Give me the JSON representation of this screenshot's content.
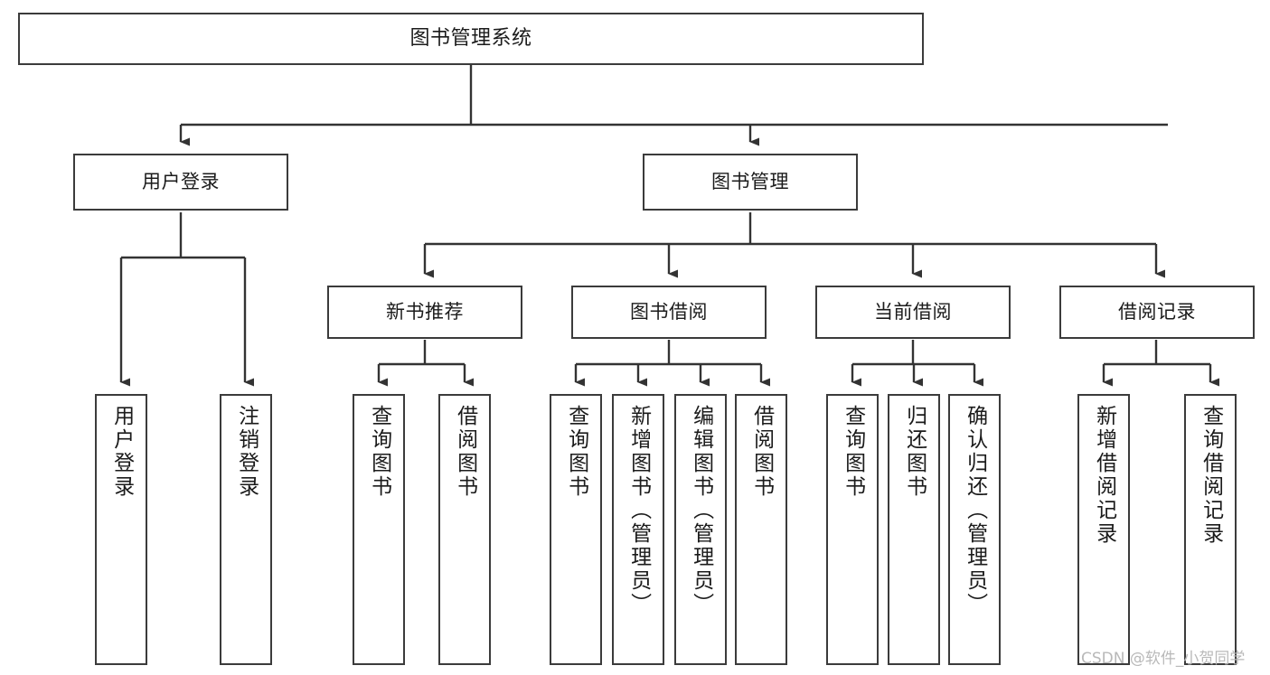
{
  "diagram": {
    "type": "tree",
    "title": "图书管理系统",
    "watermark": "CSDN @软件_小贺同学",
    "colors": {
      "box_border": "#3b3b3b",
      "box_fill": "#ffffff",
      "edge": "#333333",
      "text": "#1b1b1b",
      "watermark": "#b9b9b9"
    },
    "nodes": {
      "root": {
        "label": "图书管理系统",
        "level": 1,
        "orientation": "horizontal"
      },
      "l2": [
        {
          "id": "user-login",
          "label": "用户登录",
          "level": 2,
          "orientation": "horizontal"
        },
        {
          "id": "book-management",
          "label": "图书管理",
          "level": 2,
          "orientation": "horizontal"
        }
      ],
      "l3": [
        {
          "id": "new-book-recommend",
          "label": "新书推荐",
          "level": 3,
          "orientation": "horizontal",
          "parent": "book-management"
        },
        {
          "id": "book-borrow",
          "label": "图书借阅",
          "level": 3,
          "orientation": "horizontal",
          "parent": "book-management"
        },
        {
          "id": "current-borrow",
          "label": "当前借阅",
          "level": 3,
          "orientation": "horizontal",
          "parent": "book-management"
        },
        {
          "id": "borrow-record",
          "label": "借阅记录",
          "level": 3,
          "orientation": "horizontal",
          "parent": "book-management"
        }
      ],
      "leaves": [
        {
          "id": "leaf-user-login",
          "label": "用户登录",
          "parent": "user-login",
          "orientation": "vertical"
        },
        {
          "id": "leaf-logout",
          "label": "注销登录",
          "parent": "user-login",
          "orientation": "vertical"
        },
        {
          "id": "leaf-query-book-1",
          "label": "查询图书",
          "parent": "new-book-recommend",
          "orientation": "vertical"
        },
        {
          "id": "leaf-borrow-book-1",
          "label": "借阅图书",
          "parent": "new-book-recommend",
          "orientation": "vertical"
        },
        {
          "id": "leaf-query-book-2",
          "label": "查询图书",
          "parent": "book-borrow",
          "orientation": "vertical"
        },
        {
          "id": "leaf-add-book",
          "label": "新增图书（管理员）",
          "parent": "book-borrow",
          "orientation": "vertical"
        },
        {
          "id": "leaf-edit-book",
          "label": "编辑图书（管理员）",
          "parent": "book-borrow",
          "orientation": "vertical"
        },
        {
          "id": "leaf-borrow-book-2",
          "label": "借阅图书",
          "parent": "book-borrow",
          "orientation": "vertical"
        },
        {
          "id": "leaf-query-book-3",
          "label": "查询图书",
          "parent": "current-borrow",
          "orientation": "vertical"
        },
        {
          "id": "leaf-return-book",
          "label": "归还图书",
          "parent": "current-borrow",
          "orientation": "vertical"
        },
        {
          "id": "leaf-confirm-return",
          "label": "确认归还（管理员）",
          "parent": "current-borrow",
          "orientation": "vertical"
        },
        {
          "id": "leaf-add-record",
          "label": "新增借阅记录",
          "parent": "borrow-record",
          "orientation": "vertical"
        },
        {
          "id": "leaf-query-record",
          "label": "查询借阅记录",
          "parent": "borrow-record",
          "orientation": "vertical"
        }
      ]
    }
  }
}
